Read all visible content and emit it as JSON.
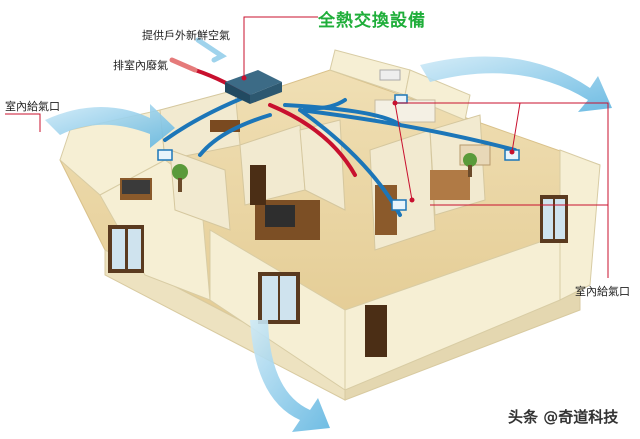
{
  "title": "全熱交換設備",
  "labels": {
    "fresh_air_supply": "提供戶外新鮮空氣",
    "exhaust_indoor": "排室內廢氣",
    "supply_vent_left": "室內給氣口",
    "supply_vent_right": "室內給氣口"
  },
  "watermark": "头条 @奇道科技",
  "colors": {
    "title": "#1fae3a",
    "leader_lines": "#c8102e",
    "supply_duct": "#1c76b8",
    "exhaust_duct": "#c8102e",
    "airflow_arrow": "#9fd3ec",
    "wall": "#f3ecd0",
    "floor": "#e9d6a6",
    "label_text": "#222222",
    "watermark_text": "#333333"
  },
  "icons": [
    "heat-exchanger-unit-icon",
    "airflow-arrow-icon",
    "supply-vent-icon",
    "tree-plant-icon",
    "window-icon",
    "door-icon"
  ]
}
